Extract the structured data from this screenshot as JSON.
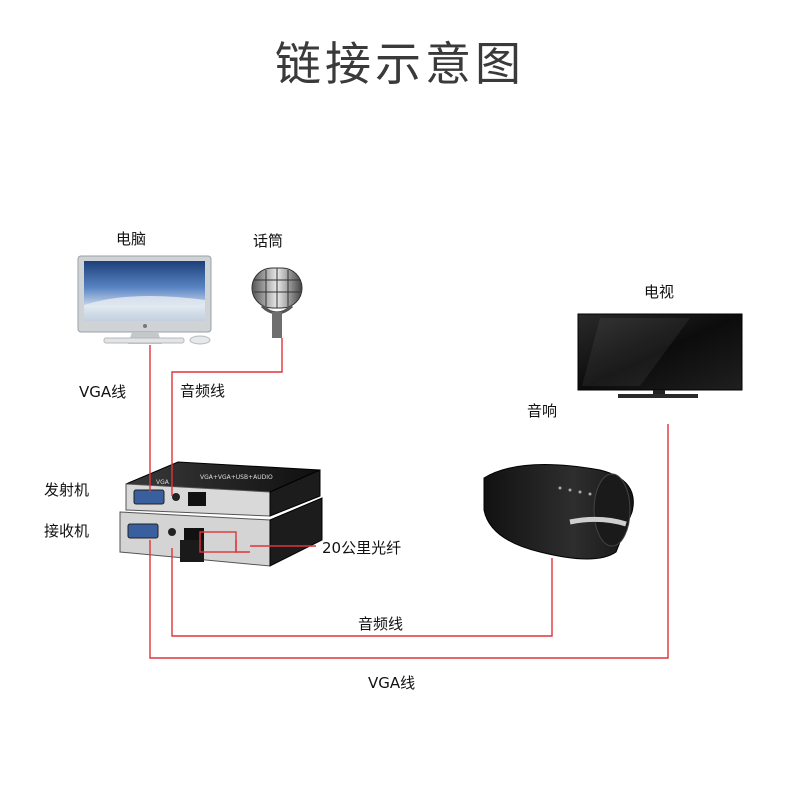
{
  "title": "链接示意图",
  "devices": {
    "computer": "电脑",
    "microphone": "话筒",
    "tv": "电视",
    "speaker": "音响",
    "transmitter": "发射机",
    "receiver": "接收机"
  },
  "cables": {
    "vga_top": "VGA线",
    "audio_top": "音频线",
    "fiber": "20公里光纤",
    "audio_bottom": "音频线",
    "vga_bottom": "VGA线"
  },
  "device_panel_text": {
    "transmitter_top": "VGA+VGA+USB+AUDIO",
    "port_vga": "VGA"
  },
  "colors": {
    "cable_line": "#e0343a",
    "fiber_line": "#e0343a"
  }
}
